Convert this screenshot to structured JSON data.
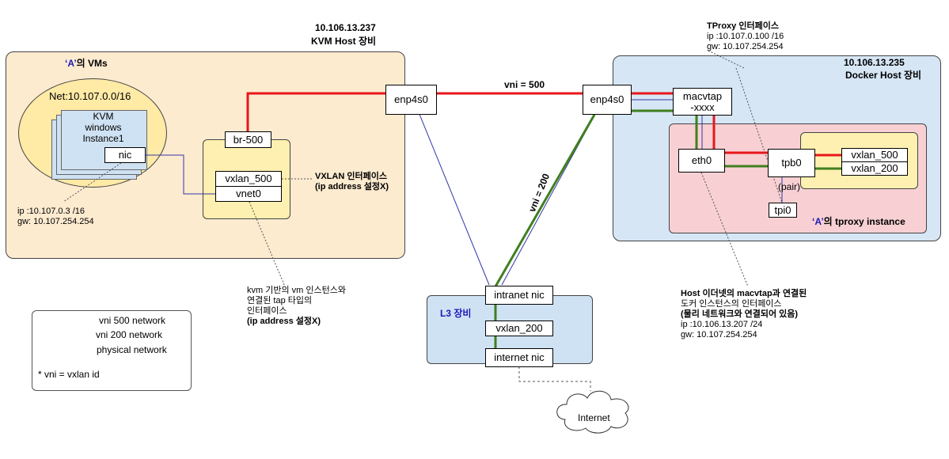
{
  "kvm_host": {
    "ip": "10.106.13.237",
    "title": "KVM Host 장비"
  },
  "vms_group": {
    "owner": "‘A’",
    "suffix": "의 VMs",
    "net": "Net:10.107.0.0/16"
  },
  "vm_instance": {
    "name": "KVM\nwindows\nInstance1",
    "nic": "nic"
  },
  "vm_ip": {
    "ip": "ip :10.107.0.3 /16",
    "gw": "gw: 10.107.254.254"
  },
  "bridge": {
    "name": "br-500",
    "vxlan": "vxlan_500",
    "vnet": "vnet0"
  },
  "vxlan_note": {
    "line1": "VXLAN 인터페이스",
    "line2": "(ip address  설정X)"
  },
  "kvm_note": {
    "line1": "kvm 기반의 vm 인스턴스와",
    "line2": "연결된 tap 타입의",
    "line3": "인터페이스",
    "line4": "(ip address 설정X)"
  },
  "kvm_enp": "enp4s0",
  "docker_enp": "enp4s0",
  "vni500_label": "vni = 500",
  "vni200_label": "vni = 200",
  "docker_host": {
    "ip": "10.106.13.235",
    "title": "Docker Host 장비"
  },
  "tproxy_note": {
    "title": "TProxy 인터페이스",
    "ip": "ip :10.107.0.100 /16",
    "gw": "gw: 10.107.254.254"
  },
  "macvtap": "macvtap\n-xxxx",
  "tproxy_instance": {
    "owner": "‘A’",
    "suffix": "의 tproxy instance"
  },
  "eth0": "eth0",
  "tpb0": "tpb0",
  "pair": "(pair)",
  "tpi0": "tpi0",
  "docker_vxlans": [
    "vxlan_500",
    "vxlan_200"
  ],
  "host_note": {
    "line1": "Host 이더넷의 macvtap과 연결된",
    "line2": "도커 인스턴스의 인터페이스",
    "line3": "(물리 네트워크와 연결되어 있음)",
    "line4": "ip :10.106.13.207 /24",
    "line5": "gw: 10.107.254.254"
  },
  "l3": {
    "title": "L3 장비",
    "intranet": "intranet nic",
    "vxlan": "vxlan_200",
    "internet": "internet nic"
  },
  "cloud": "Internet",
  "legend": {
    "items": [
      "vni 500 network",
      "vni 200 network",
      "physical network"
    ],
    "note": "* vni = vxlan id"
  },
  "colors": {
    "vni500": "#e8161b",
    "vni200": "#3f7f1f",
    "physical": "#3535a8",
    "kvm_fill": "#fdebd0",
    "vm_fill": "#ffeaa6",
    "instance_fill": "#cfe2f3",
    "docker_fill": "#d6e6f5",
    "tproxy_fill": "#f8d0d3"
  }
}
